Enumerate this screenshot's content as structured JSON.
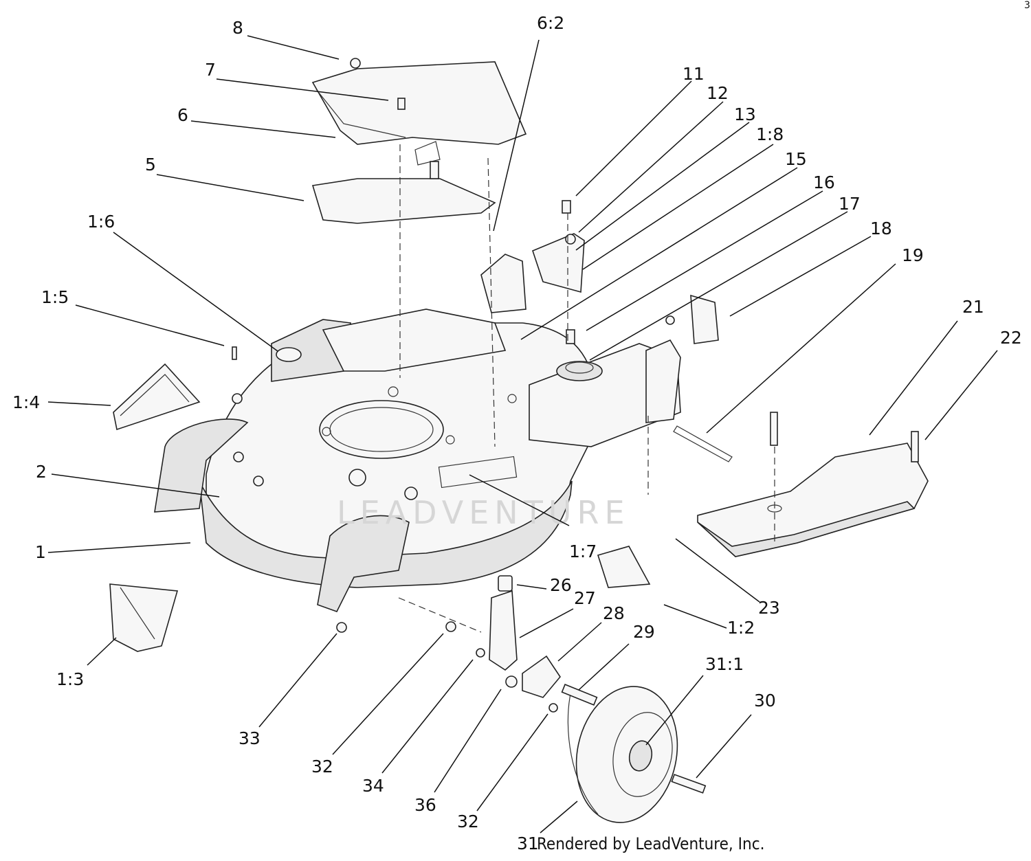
{
  "watermark": "LEADVENTURE",
  "credit": "Rendered by LeadVenture, Inc.",
  "corner_mark": "3",
  "callouts": [
    {
      "id": "c8",
      "text": "8"
    },
    {
      "id": "c6-2",
      "text": "6:2"
    },
    {
      "id": "c7",
      "text": "7"
    },
    {
      "id": "c6",
      "text": "6"
    },
    {
      "id": "c5",
      "text": "5"
    },
    {
      "id": "c11",
      "text": "11"
    },
    {
      "id": "c12",
      "text": "12"
    },
    {
      "id": "c13",
      "text": "13"
    },
    {
      "id": "c1-8",
      "text": "1:8"
    },
    {
      "id": "c15",
      "text": "15"
    },
    {
      "id": "c16",
      "text": "16"
    },
    {
      "id": "c17",
      "text": "17"
    },
    {
      "id": "c18",
      "text": "18"
    },
    {
      "id": "c19",
      "text": "19"
    },
    {
      "id": "c1-6",
      "text": "1:6"
    },
    {
      "id": "c1-5",
      "text": "1:5"
    },
    {
      "id": "c1-4",
      "text": "1:4"
    },
    {
      "id": "c21",
      "text": "21"
    },
    {
      "id": "c22",
      "text": "22"
    },
    {
      "id": "c2",
      "text": "2"
    },
    {
      "id": "c1",
      "text": "1"
    },
    {
      "id": "c1-7",
      "text": "1:7"
    },
    {
      "id": "c26",
      "text": "26"
    },
    {
      "id": "c27",
      "text": "27"
    },
    {
      "id": "c23",
      "text": "23"
    },
    {
      "id": "c28",
      "text": "28"
    },
    {
      "id": "c1-2",
      "text": "1:2"
    },
    {
      "id": "c29",
      "text": "29"
    },
    {
      "id": "c1-3",
      "text": "1:3"
    },
    {
      "id": "c31-1",
      "text": "31:1"
    },
    {
      "id": "c30",
      "text": "30"
    },
    {
      "id": "c33",
      "text": "33"
    },
    {
      "id": "c32a",
      "text": "32"
    },
    {
      "id": "c34",
      "text": "34"
    },
    {
      "id": "c36",
      "text": "36"
    },
    {
      "id": "c32b",
      "text": "32"
    },
    {
      "id": "c31",
      "text": "31"
    }
  ]
}
